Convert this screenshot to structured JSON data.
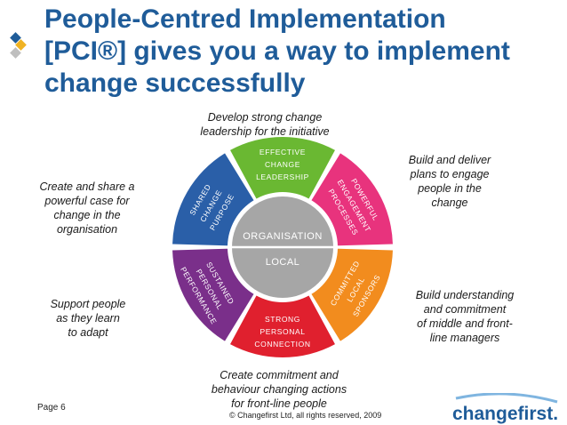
{
  "title": {
    "line1": "People-Centred Implementation",
    "line2": "[PCI®] gives you a way to implement",
    "line3": "change successfully"
  },
  "callouts": {
    "top": [
      "Develop strong change",
      "leadership for the initiative"
    ],
    "top_right": [
      "Build and deliver",
      "plans to engage",
      "people in the",
      "change"
    ],
    "left": [
      "Create and share a",
      "powerful case for",
      "change in the",
      "organisation"
    ],
    "bottom_left": [
      "Support people",
      "as they learn",
      "to adapt"
    ],
    "bottom_right": [
      "Build understanding",
      "and commitment",
      "of middle and front-",
      "line managers"
    ],
    "bottom": [
      "Create commitment and",
      "behaviour changing actions",
      "for front-line people"
    ]
  },
  "wheel": {
    "center_top": "ORGANISATION",
    "center_bottom": "LOCAL",
    "segments": [
      {
        "id": "effective-change-leadership",
        "lines": [
          "EFFECTIVE",
          "CHANGE",
          "LEADERSHIP"
        ],
        "color": "#6ab832"
      },
      {
        "id": "powerful-engagement-processes",
        "lines": [
          "POWERFUL",
          "ENGAGEMENT",
          "PROCESSES"
        ],
        "color": "#e8337d"
      },
      {
        "id": "committed-local-sponsors",
        "lines": [
          "COMMITTED",
          "LOCAL",
          "SPONSORS"
        ],
        "color": "#f28c1e"
      },
      {
        "id": "strong-personal-connection",
        "lines": [
          "STRONG",
          "PERSONAL",
          "CONNECTION"
        ],
        "color": "#e0202e"
      },
      {
        "id": "sustained-personal-performance",
        "lines": [
          "SUSTAINED",
          "PERSONAL",
          "PERFORMANCE"
        ],
        "color": "#7a2f8a"
      },
      {
        "id": "shared-change-purpose",
        "lines": [
          "SHARED",
          "CHANGE",
          "PURPOSE"
        ],
        "color": "#2a5fa8"
      }
    ]
  },
  "footer": {
    "page": "Page 6",
    "copyright": "© Changefirst Ltd, all rights reserved, 2009"
  },
  "logo": {
    "text": "changefirst.",
    "text_color": "#1f5c99",
    "swoosh_color": "#7fb5e0"
  },
  "colors": {
    "title": "#1f5c99",
    "center_fill": "#a6a6a6",
    "bullet_blue": "#1f5c99",
    "bullet_gold": "#f0b323",
    "bullet_grey": "#bfbfbf"
  }
}
